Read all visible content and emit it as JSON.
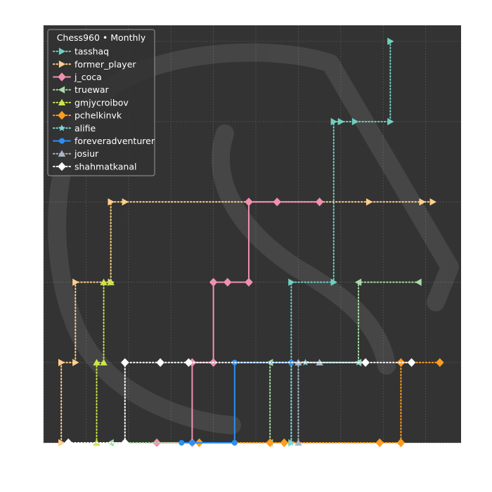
{
  "chart_data": {
    "type": "line",
    "title": "",
    "xlabel": "",
    "ylabel": "",
    "legend": {
      "title": "Chess960 • Monthly",
      "placement": "top-left"
    },
    "xlim": [
      0,
      59
    ],
    "ylim": [
      1,
      6.2
    ],
    "grid": true,
    "background_color": "#333333",
    "grid_color": "#5e5e5e",
    "series": [
      {
        "name": "tasshaq",
        "color": "#6fd0c0",
        "marker": "triangle-right",
        "linestyle": "dotted",
        "step": true,
        "points": [
          [
            35,
            1
          ],
          [
            35,
            3
          ],
          [
            41,
            3
          ],
          [
            41,
            5
          ],
          [
            42,
            5
          ],
          [
            44,
            5
          ],
          [
            49,
            5
          ],
          [
            49,
            6
          ]
        ]
      },
      {
        "name": "former_player",
        "color": "#ffd08a",
        "marker": "triangle-right",
        "linestyle": "dotted",
        "step": true,
        "points": [
          [
            2.5,
            1
          ],
          [
            2.5,
            2
          ],
          [
            4.5,
            2
          ],
          [
            4.5,
            3
          ],
          [
            9.5,
            3
          ],
          [
            9.5,
            4
          ],
          [
            11.5,
            4
          ],
          [
            46,
            4
          ],
          [
            53.5,
            4
          ],
          [
            55,
            4
          ]
        ]
      },
      {
        "name": "j_coca",
        "color": "#f090b0",
        "marker": "diamond",
        "linestyle": "solid",
        "step": true,
        "points": [
          [
            16,
            1
          ],
          [
            21,
            1
          ],
          [
            21,
            2
          ],
          [
            24,
            2
          ],
          [
            24,
            3
          ],
          [
            26,
            3
          ],
          [
            29,
            3
          ],
          [
            29,
            4
          ],
          [
            33,
            4
          ],
          [
            39,
            4
          ]
        ]
      },
      {
        "name": "truewar",
        "color": "#a8dba8",
        "marker": "triangle-left",
        "linestyle": "dotted",
        "step": true,
        "points": [
          [
            9.5,
            1
          ],
          [
            32,
            1
          ],
          [
            32,
            2
          ],
          [
            44.5,
            2
          ],
          [
            44.5,
            3
          ],
          [
            53,
            3
          ]
        ]
      },
      {
        "name": "gmjycroibov",
        "color": "#cbe64a",
        "marker": "triangle-up",
        "linestyle": "dotted",
        "step": true,
        "points": [
          [
            7.5,
            1
          ],
          [
            7.5,
            2
          ],
          [
            8.5,
            2
          ],
          [
            8.5,
            3
          ],
          [
            9.5,
            3
          ]
        ]
      },
      {
        "name": "pchelkinvk",
        "color": "#ff9e1e",
        "marker": "diamond",
        "linestyle": "dotted",
        "step": true,
        "points": [
          [
            22,
            1
          ],
          [
            32,
            1
          ],
          [
            34,
            1
          ],
          [
            47.5,
            1
          ],
          [
            50.5,
            1
          ],
          [
            50.5,
            2
          ],
          [
            56,
            2
          ]
        ]
      },
      {
        "name": "alifie",
        "color": "#7fd6d6",
        "marker": "star",
        "linestyle": "dotted",
        "step": true,
        "points": [
          [
            35,
            1
          ],
          [
            35,
            2
          ],
          [
            37,
            2
          ],
          [
            44.5,
            2
          ]
        ]
      },
      {
        "name": "foreveradventurer",
        "color": "#2d8ff0",
        "marker": "circle",
        "linestyle": "solid",
        "step": true,
        "points": [
          [
            19.5,
            1
          ],
          [
            21,
            1
          ],
          [
            27,
            1
          ],
          [
            27,
            2
          ],
          [
            35,
            2
          ]
        ]
      },
      {
        "name": "josiur",
        "color": "#a8b8c8",
        "marker": "triangle-up",
        "linestyle": "dotted",
        "step": true,
        "points": [
          [
            36,
            1
          ],
          [
            36,
            2
          ],
          [
            39,
            2
          ]
        ]
      },
      {
        "name": "shahmatkanal",
        "color": "#ffffff",
        "marker": "diamond",
        "linestyle": "dotted",
        "step": true,
        "points": [
          [
            3.5,
            1
          ],
          [
            11.5,
            1
          ],
          [
            11.5,
            2
          ],
          [
            16.5,
            2
          ],
          [
            20.5,
            2
          ],
          [
            45.5,
            2
          ],
          [
            52,
            2
          ]
        ]
      }
    ]
  }
}
